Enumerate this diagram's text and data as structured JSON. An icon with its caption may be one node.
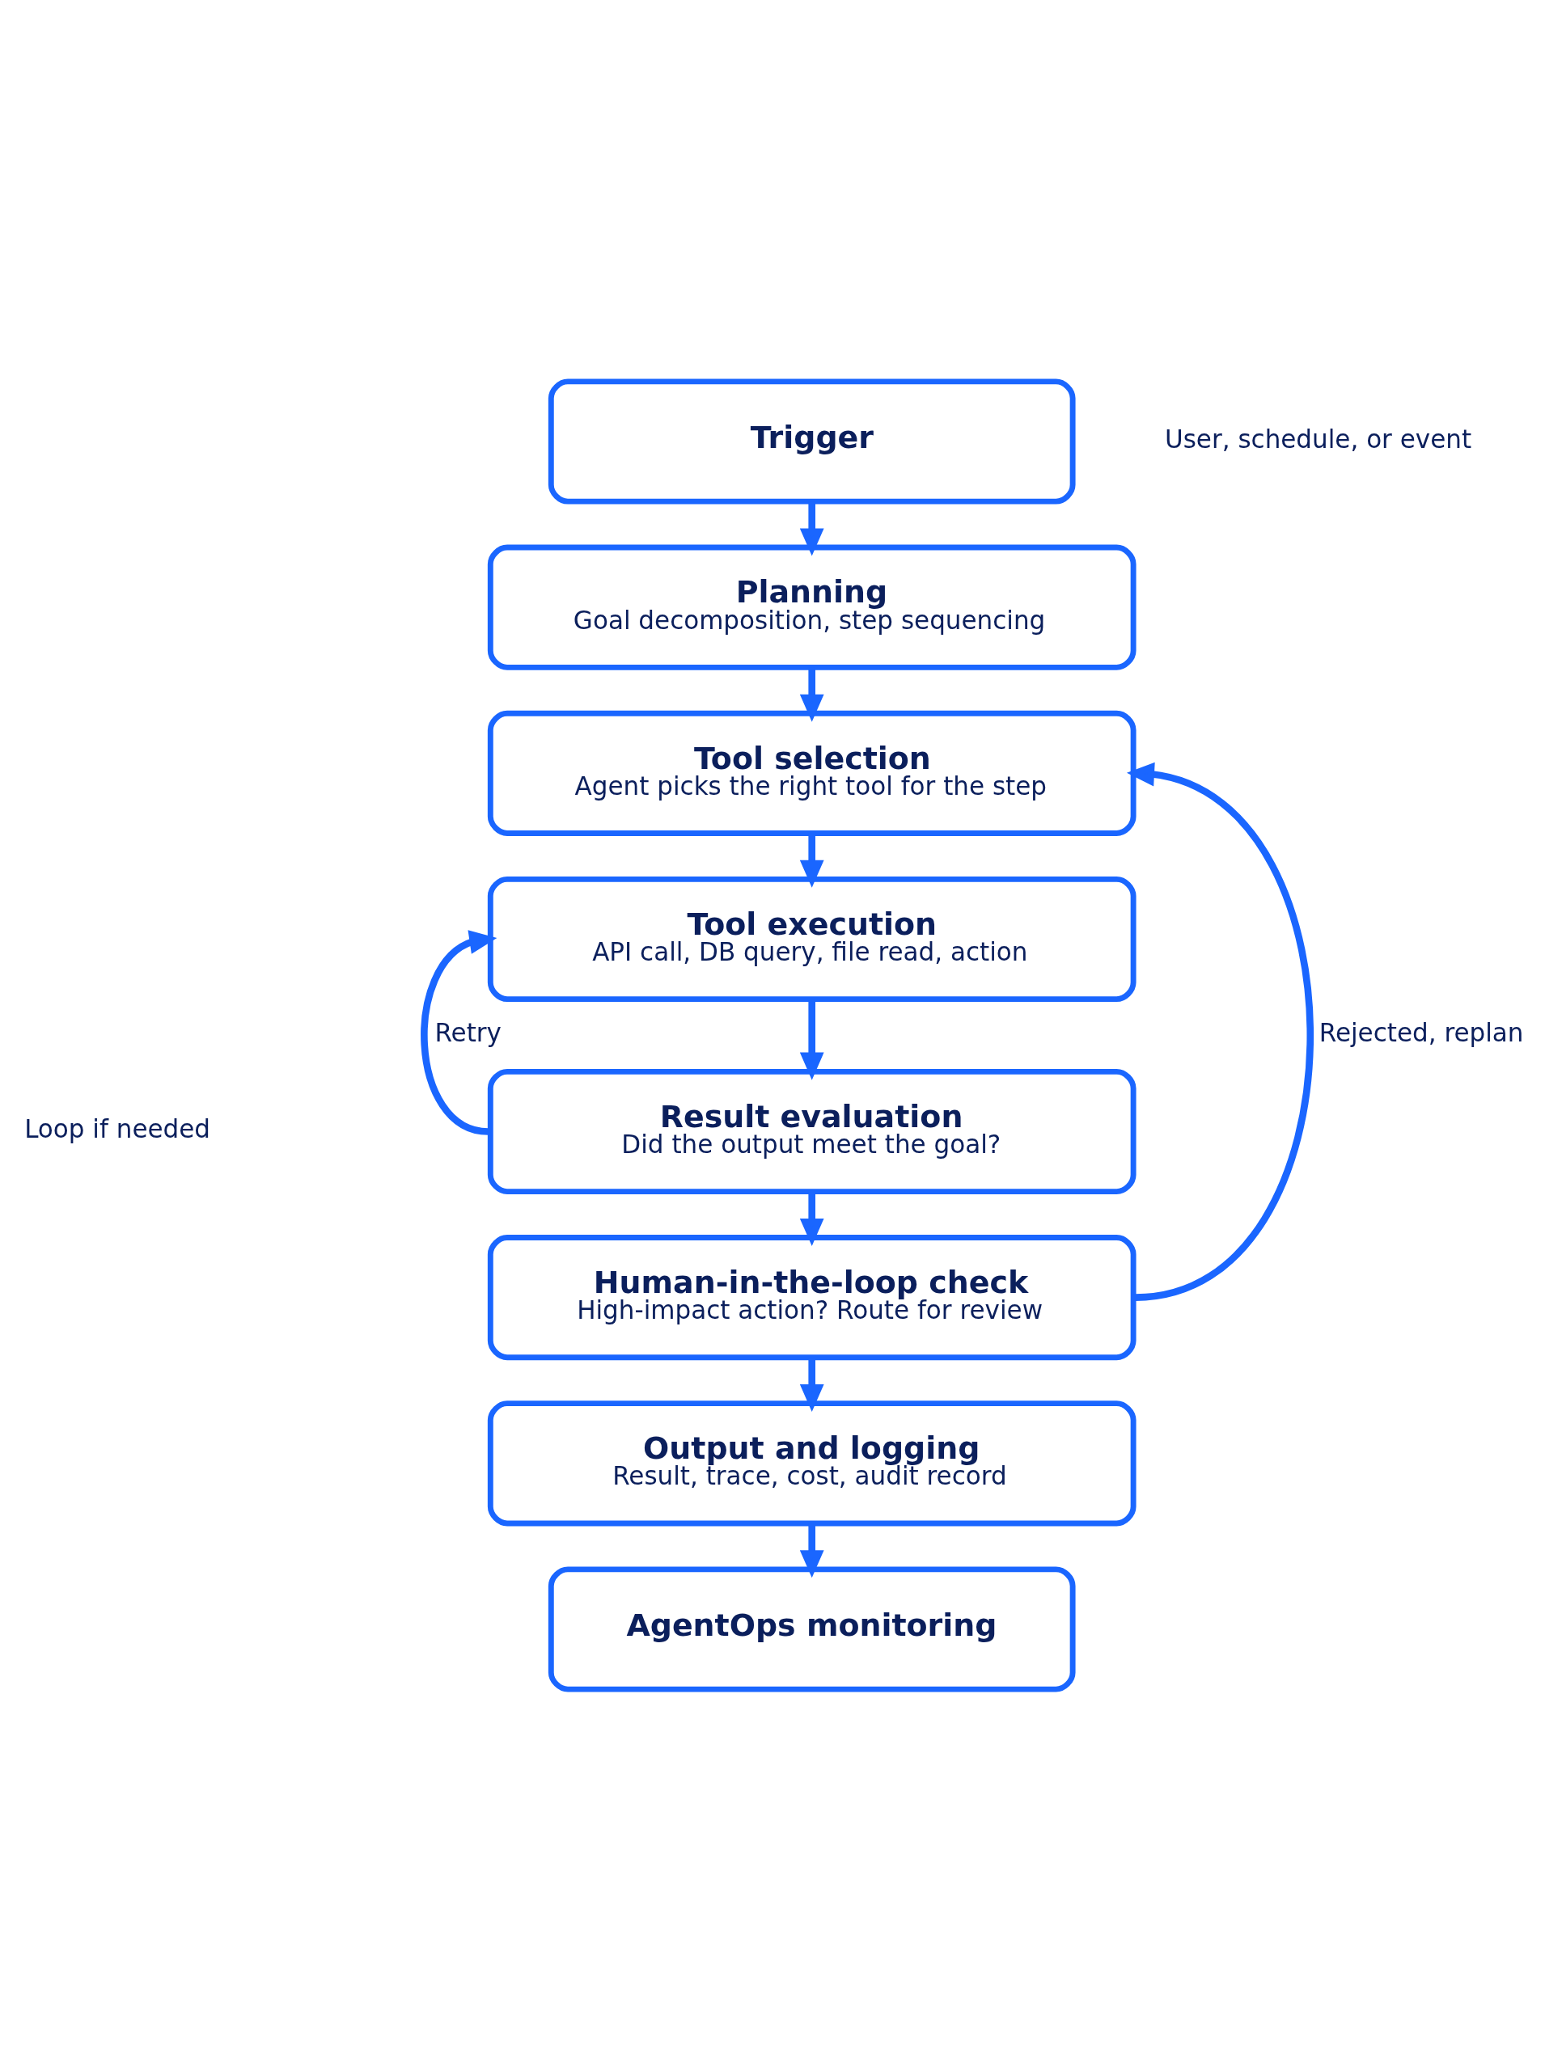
{
  "diagram": {
    "nodes": [
      {
        "text": [
          "Trigger"
        ],
        "beside": [
          "User, schedule, or event"
        ]
      },
      {
        "text": [
          "Planning",
          "Goal decomposition, step sequencing"
        ]
      },
      {
        "text": [
          "Tool selection",
          "Agent picks the right tool for the step"
        ]
      },
      {
        "text": [
          "Tool execution",
          "API call, DB query, file read, action"
        ]
      },
      {
        "text": [
          "Result evaluation",
          "Did the output meet the goal?"
        ]
      },
      {
        "text": [
          "Human-in-the-loop check",
          "High-impact action? Route for review"
        ]
      },
      {
        "text": [
          "Output and logging",
          "Result, trace, cost, audit record"
        ]
      },
      {
        "text": [
          "AgentOps monitoring"
        ]
      }
    ],
    "edges": [
      {
        "from": 0,
        "to": 1,
        "arrow": "to"
      },
      {
        "from": 1,
        "to": 2,
        "arrow": "to"
      },
      {
        "from": 2,
        "to": 3,
        "arrow": "to"
      },
      {
        "from": 3,
        "to": 4,
        "arrow": "to"
      },
      {
        "from": 4,
        "to": 5,
        "arrow": "to"
      },
      {
        "from": 5,
        "to": 6,
        "arrow": "to"
      },
      {
        "from": 6,
        "to": 7,
        "arrow": "to"
      },
      {
        "from": 4,
        "to": 3,
        "arrow": "to",
        "label": "Retry"
      },
      {
        "from": 5,
        "to": 2,
        "arrow": "to",
        "label": "Rejected, replan"
      }
    ],
    "labels": [
      "Loop if needed"
    ]
  }
}
